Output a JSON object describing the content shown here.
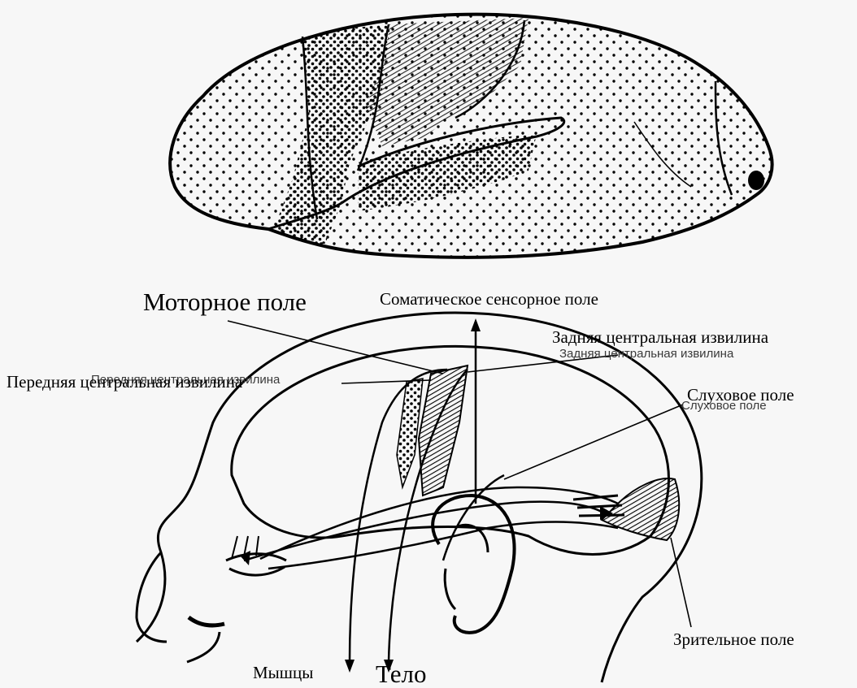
{
  "labels": {
    "motor_field": "Моторное поле",
    "somatic_sensory_field": "Соматическое сенсорное поле",
    "posterior_central_gyrus": "Задняя центральная извилина",
    "anterior_central_gyrus": "Передняя центральная извилина",
    "auditory_field": "Слуховое поле",
    "visual_field": "Зрительное поле",
    "muscles": "Мышцы",
    "body": "Тело"
  },
  "background_labels": {
    "posterior_central_gyrus": "Задняя центральная извилина",
    "anterior_central_gyrus": "Передняя центральная извилина",
    "auditory_field": "Слуховое поле"
  },
  "colors": {
    "ink": "#000000",
    "paper": "#f7f7f7",
    "faded_text": "#3a3a3a"
  }
}
